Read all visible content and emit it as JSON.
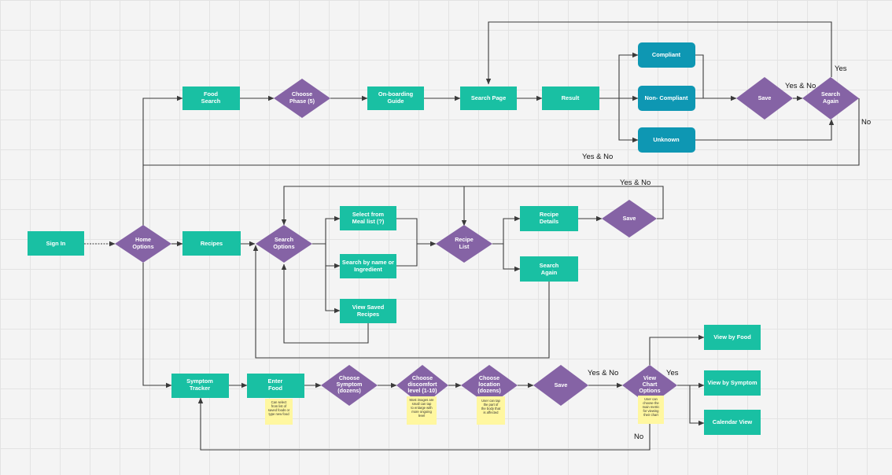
{
  "colors": {
    "process": "#19c0a3",
    "decision": "#8563a5",
    "rounded": "#0e97b3",
    "note": "#fff7a0",
    "line": "#3a3a3a",
    "background": "#f4f4f4"
  },
  "nodes": {
    "sign_in": "Sign In",
    "home_options": [
      "Home",
      "Options"
    ],
    "food_search": [
      "Food",
      "Search"
    ],
    "choose_phase": [
      "Choose",
      "Phase (5)"
    ],
    "onboarding_guide": [
      "On-boarding",
      "Guide"
    ],
    "search_page": "Search Page",
    "result": "Result",
    "compliant": "Compliant",
    "non_compliant": "Non- Compliant",
    "unknown": "Unknown",
    "save_top": "Save",
    "search_again_top": [
      "Search",
      "Again"
    ],
    "recipes": "Recipes",
    "search_options": [
      "Search",
      "Options"
    ],
    "select_meal_list": [
      "Select from",
      "Meal list (?)"
    ],
    "search_by_name": [
      "Search by name or",
      "Ingredient"
    ],
    "view_saved_recipes": [
      "View Saved",
      "Recipes"
    ],
    "recipe_list": [
      "Recipe",
      "List"
    ],
    "recipe_details": [
      "Recipe",
      "Details"
    ],
    "save_mid": "Save",
    "search_again_mid": [
      "Search",
      "Again"
    ],
    "symptom_tracker": [
      "Symptom",
      "Tracker"
    ],
    "enter_food": [
      "Enter",
      "Food"
    ],
    "choose_symptom": [
      "Choose",
      "Symptom",
      "(dozens)"
    ],
    "choose_discomfort": [
      "Choose",
      "discomfort",
      "level (1-10)"
    ],
    "choose_location": [
      "Choose",
      "location",
      "(dozens)"
    ],
    "save_bottom": "Save",
    "view_chart_options": [
      "View",
      "Chart",
      "Options"
    ],
    "view_by_food": "View by Food",
    "view_by_symptom": "View by Symptom",
    "calendar_view": "Calendar View"
  },
  "edge_labels": {
    "yes_top": "Yes",
    "yes_no_top": "Yes & No",
    "no_top": "No",
    "yes_no_return": "Yes & No",
    "yes_no_recipe": "Yes & No",
    "yes_no_bottom": "Yes & No",
    "yes_bottom": "Yes",
    "no_bottom": "No"
  },
  "notes": {
    "enter_food_note": [
      "Can select",
      "from list of",
      "saved foods or",
      "type new food"
    ],
    "discomfort_note": [
      "Most images are",
      "small can tap",
      "to enlarge with",
      "more ongoing",
      "level"
    ],
    "location_note": [
      "User can tap",
      "the part of",
      "the body that",
      "is affected"
    ],
    "chart_note": [
      "User can",
      "choose the",
      "main metric",
      "for viewing",
      "their chart"
    ]
  }
}
